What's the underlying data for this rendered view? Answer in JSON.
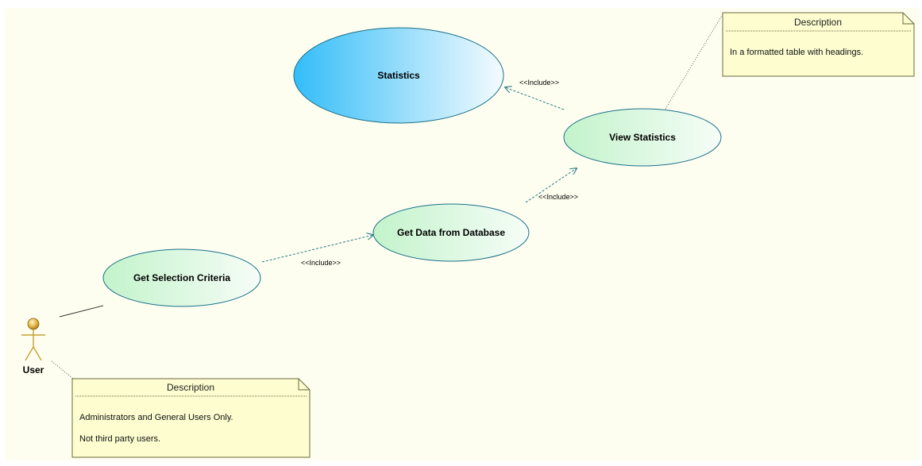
{
  "diagram": {
    "background": "#fefef0",
    "use_cases": {
      "statistics": "Statistics",
      "view_statistics": "View Statistics",
      "get_data": "Get Data from Database",
      "get_criteria": "Get Selection Criteria"
    },
    "stereotypes": {
      "include_1": "<<Include>>",
      "include_2": "<<Include>>",
      "include_3": "<<Include>>"
    },
    "actor": {
      "label": "User"
    },
    "notes": {
      "top": {
        "title": "Description",
        "lines": [
          "In a formatted table with headings."
        ]
      },
      "bottom": {
        "title": "Description",
        "lines": [
          "Administrators and General Users Only.",
          "Not third party users."
        ]
      }
    },
    "colors": {
      "blue_fill": "#39c0f8",
      "green_fill": "#c8f5d0",
      "usecase_stroke": "#1a6f8a",
      "dependency": "#2a7a8a",
      "note_fill": "#fdfdd0",
      "note_stroke": "#6b6b40",
      "actor": "#c8a030"
    }
  }
}
